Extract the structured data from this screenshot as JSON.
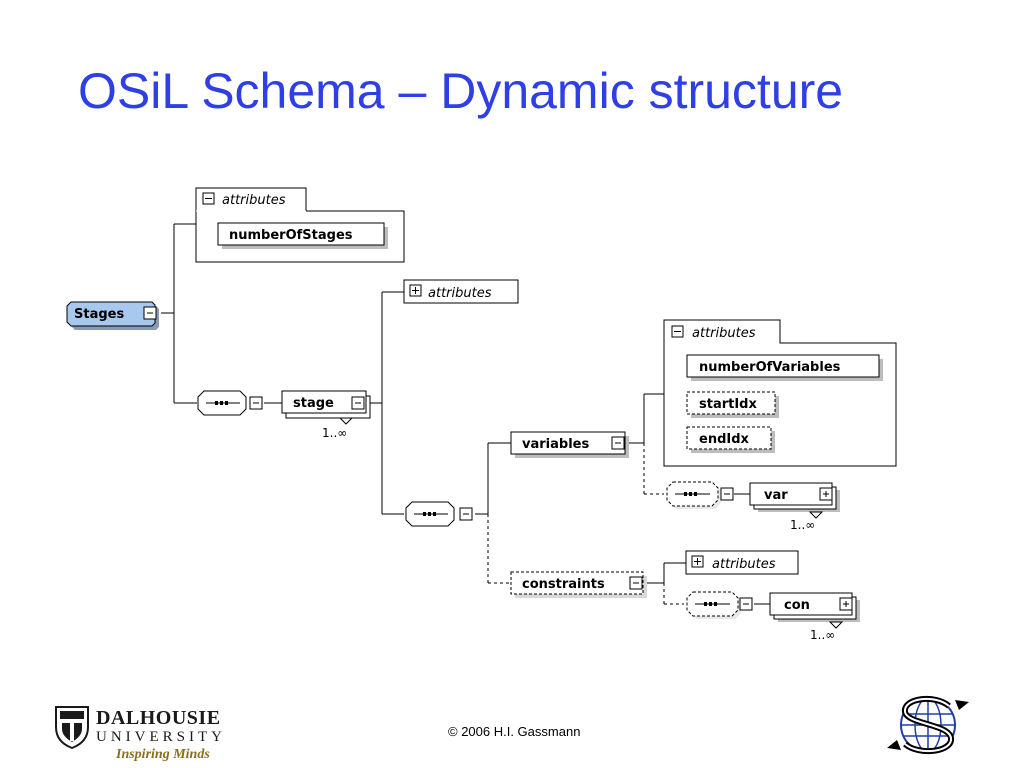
{
  "slide": {
    "title": "OSiL Schema – Dynamic structure",
    "footer": "© 2006 H.I. Gassmann"
  },
  "diagram": {
    "root": "Stages",
    "root_attributes_label": "attributes",
    "root_attribute": "numberOfStages",
    "stage_element": "stage",
    "stage_attributes_label": "attributes",
    "stage_multiplicity": "1..∞",
    "variables_element": "variables",
    "variables_attributes_label": "attributes",
    "variables_attributes": [
      "numberOfVariables",
      "startIdx",
      "endIdx"
    ],
    "var_element": "var",
    "var_multiplicity": "1..∞",
    "constraints_element": "constraints",
    "constraints_attributes_label": "attributes",
    "con_element": "con",
    "con_multiplicity": "1..∞"
  },
  "logo": {
    "name_line1": "DALHOUSIE",
    "name_line2": "UNIVERSITY",
    "tagline": "Inspiring Minds"
  },
  "colors": {
    "title": "#2f3fe6",
    "root_fill": "#a9c8ee",
    "box_shadow": "#bdbdbd"
  }
}
